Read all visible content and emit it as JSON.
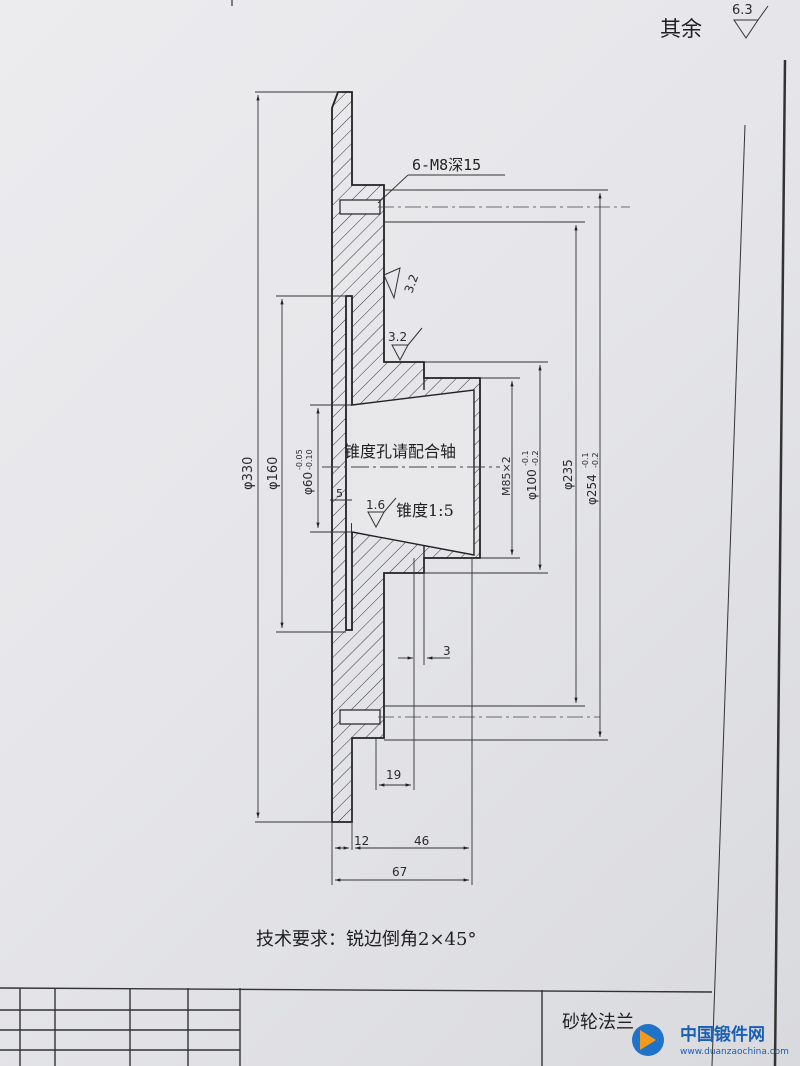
{
  "surface_note": {
    "label": "其余",
    "roughness": "6.3"
  },
  "thread_holes": "6-M8深15",
  "roughness_marks": {
    "r1": "3.2",
    "r2": "3.2",
    "r3": "1.6"
  },
  "bore_note": "锥度孔请配合轴",
  "taper_note": "锥度1:5",
  "dimensions": {
    "d330": "φ330",
    "d160": "φ160",
    "d60": "φ60",
    "d60_tol_upper": "-0.05",
    "d60_tol_lower": "-0.10",
    "d5": "5",
    "m85": "M85×2",
    "d100": "φ100",
    "d100_tol_upper": "-0.1",
    "d100_tol_lower": "-0.2",
    "d235": "φ235",
    "d254": "φ254",
    "d254_tol_upper": "-0.1",
    "d254_tol_lower": "-0.2",
    "l3": "3",
    "l19": "19",
    "l12": "12",
    "l46": "46",
    "l67": "67"
  },
  "tech_requirements": "技术要求：锐边倒角2×45°",
  "title_block": {
    "part_name": "砂轮法兰"
  },
  "watermark": {
    "name": "中国锻件网",
    "url": "www.duanzaochina.com"
  }
}
